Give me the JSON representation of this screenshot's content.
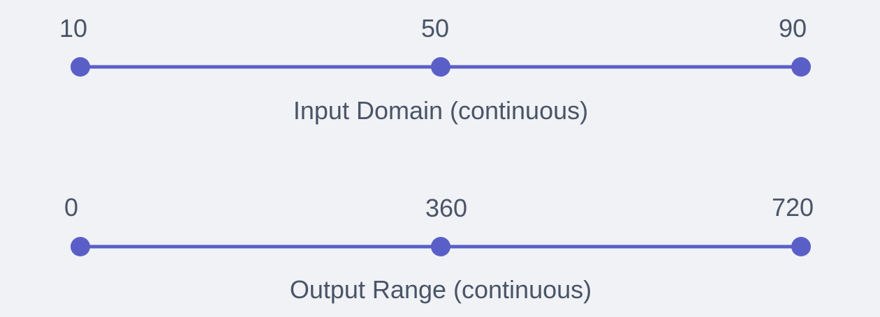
{
  "colors": {
    "background": "#f0f2f5",
    "line": "#5a5fc8",
    "text": "#4a5468"
  },
  "domain_scale": {
    "caption": "Input Domain (continuous)",
    "ticks": [
      {
        "label": "10",
        "value": 10
      },
      {
        "label": "50",
        "value": 50
      },
      {
        "label": "90",
        "value": 90
      }
    ],
    "min": 10,
    "max": 90
  },
  "range_scale": {
    "caption": "Output Range (continuous)",
    "ticks": [
      {
        "label": "0",
        "value": 0
      },
      {
        "label": "360",
        "value": 360
      },
      {
        "label": "720",
        "value": 720
      }
    ],
    "min": 0,
    "max": 720
  }
}
